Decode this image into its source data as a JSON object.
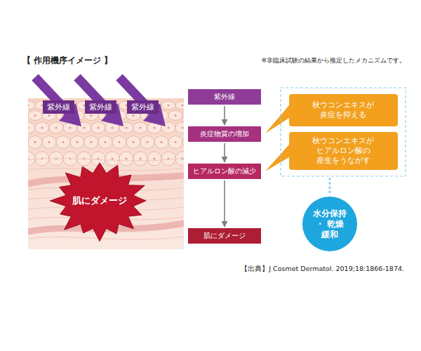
{
  "diagram": {
    "title": "【 作用機序イメージ 】",
    "caption": "【出典】J Cosmet Dermatol. 2019;18:1866-1874.",
    "nodes": [
      {
        "text": [
          "紫外線"
        ]
      },
      {
        "text": [
          "紫外線"
        ]
      },
      {
        "text": [
          "紫外線"
        ]
      },
      {
        "text": [
          "肌にダメージ"
        ]
      },
      {
        "text": [
          "紫外線"
        ]
      },
      {
        "text": [
          "炎症物質の増加"
        ]
      },
      {
        "text": [
          "ヒアルロン酸の減少"
        ]
      },
      {
        "text": [
          "肌にダメージ"
        ]
      },
      {
        "text": [
          "秋ウコンエキスが 炎症を抑える"
        ]
      },
      {
        "text": [
          "秋ウコンエキスが ヒアルロン酸の 産生をうながす"
        ]
      },
      {
        "text": [
          "水分保持 ・ 乾燥緩和"
        ]
      }
    ],
    "edges": [
      {
        "from": 4,
        "to": 5,
        "arrow": "to"
      },
      {
        "from": 5,
        "to": 6,
        "arrow": "to"
      },
      {
        "from": 6,
        "to": 7,
        "arrow": "to"
      }
    ],
    "labels": [
      "※非臨床試験の結果から推定したメカニズムです。"
    ]
  }
}
